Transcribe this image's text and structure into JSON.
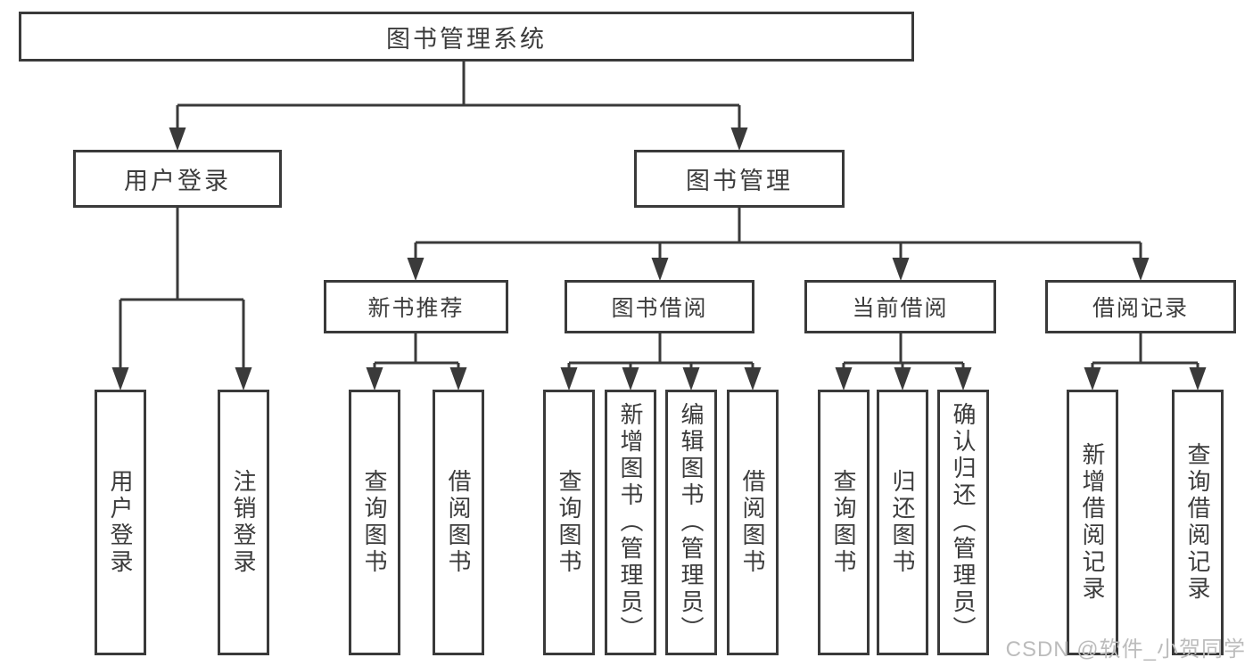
{
  "tree": {
    "root": "图书管理系统",
    "children": [
      {
        "label": "用户登录",
        "children": [
          "用户登录",
          "注销登录"
        ]
      },
      {
        "label": "图书管理",
        "children": [
          {
            "label": "新书推荐",
            "children": [
              "查询图书",
              "借阅图书"
            ]
          },
          {
            "label": "图书借阅",
            "children": [
              "查询图书",
              "新增图书（管理员）",
              "编辑图书（管理员）",
              "借阅图书"
            ]
          },
          {
            "label": "当前借阅",
            "children": [
              "查询图书",
              "归还图书",
              "确认归还（管理员）"
            ]
          },
          {
            "label": "借阅记录",
            "children": [
              "新增借阅记录",
              "查询借阅记录"
            ]
          }
        ]
      }
    ]
  },
  "watermark": {
    "text": "CSDN @软件_小贺同学"
  },
  "colors": {
    "line": "#3a3a3a",
    "text": "#3c3c3c",
    "watermark": "#bcbcbc",
    "background": "#ffffff"
  }
}
